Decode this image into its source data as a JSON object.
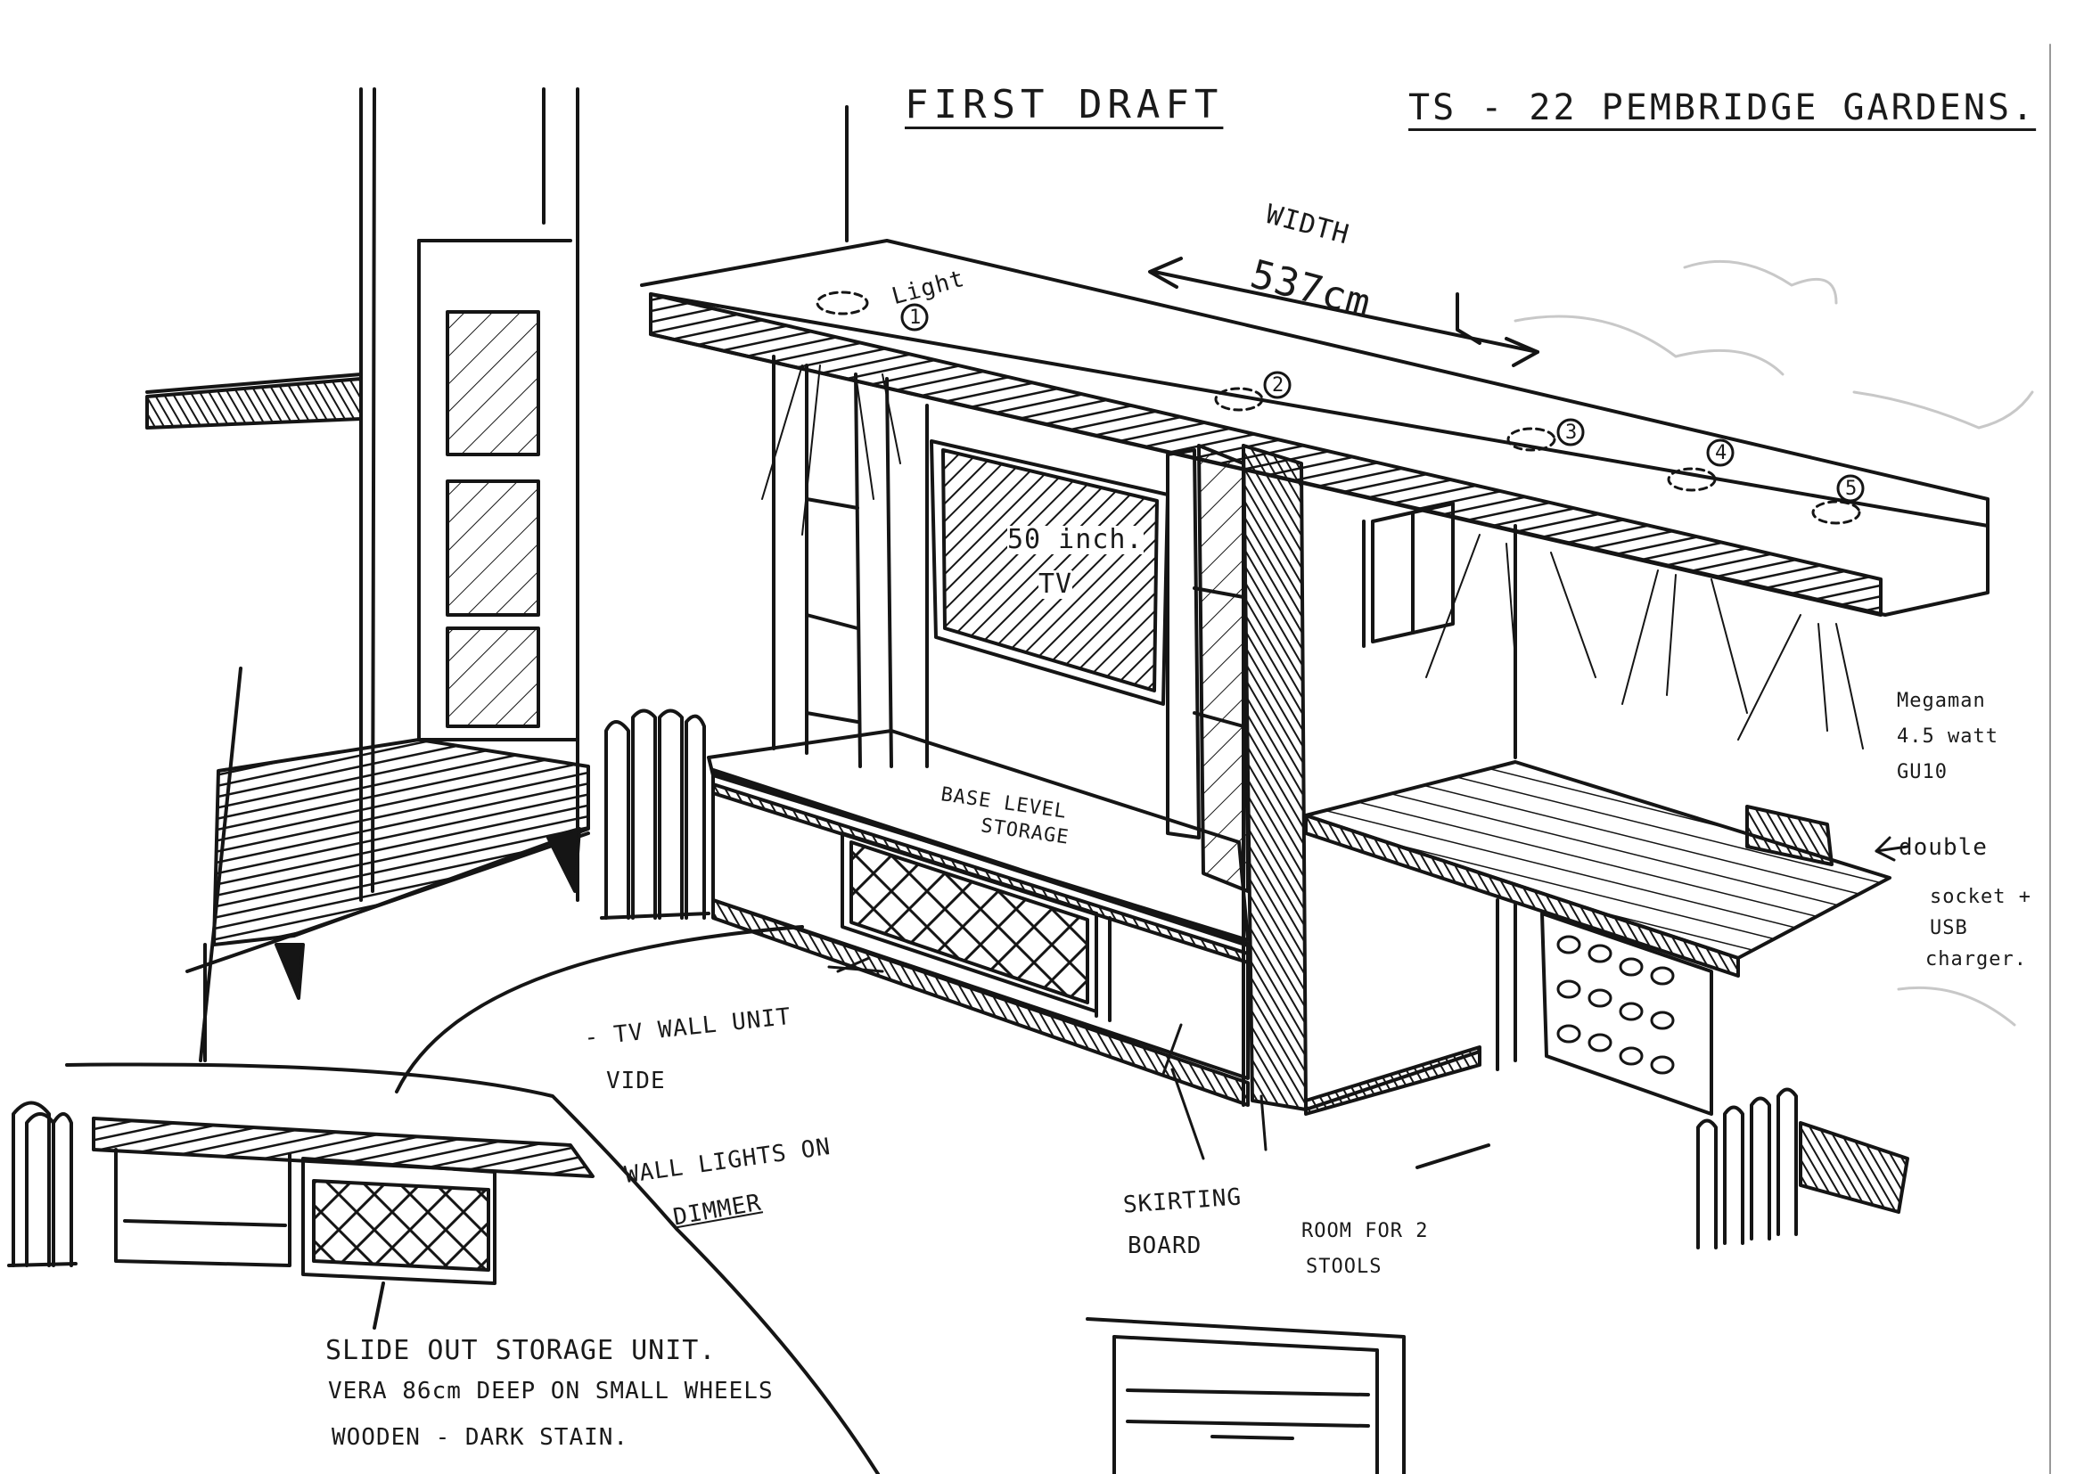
{
  "header": {
    "title": "FIRST DRAFT",
    "project": "TS - 22 PEMBRIDGE GARDENS."
  },
  "dimension": {
    "label": "WIDTH",
    "value": "537cm"
  },
  "lights": {
    "label": "Light",
    "markers": [
      "1",
      "2",
      "3",
      "4",
      "5"
    ]
  },
  "tv": {
    "size": "50 inch.",
    "label": "TV"
  },
  "notes": {
    "base_storage_line1": "BASE LEVEL",
    "base_storage_line2": "STORAGE",
    "megaman_line1": "Megaman",
    "megaman_line2": "4.5 watt",
    "megaman_line3": "GU10",
    "socket_line1": "double",
    "socket_line2": "socket +",
    "socket_line3": "USB",
    "socket_line4": "charger.",
    "tv_unit_line1": "- TV WALL UNIT",
    "tv_unit_line2": "VIDE",
    "wall_lights_line1": "WALL LIGHTS ON",
    "wall_lights_line2": "DIMMER",
    "skirting_line1": "SKIRTING",
    "skirting_line2": "BOARD",
    "stools_line1": "ROOM FOR 2",
    "stools_line2": "STOOLS",
    "slide_line1": "SLIDE OUT STORAGE UNIT.",
    "slide_line2": "VERA 86cm DEEP ON SMALL WHEELS",
    "slide_line3": "WOODEN - DARK STAIN."
  },
  "colors": {
    "ink": "#151515",
    "paper": "#ffffff",
    "smudge": "#c8c8c8"
  }
}
